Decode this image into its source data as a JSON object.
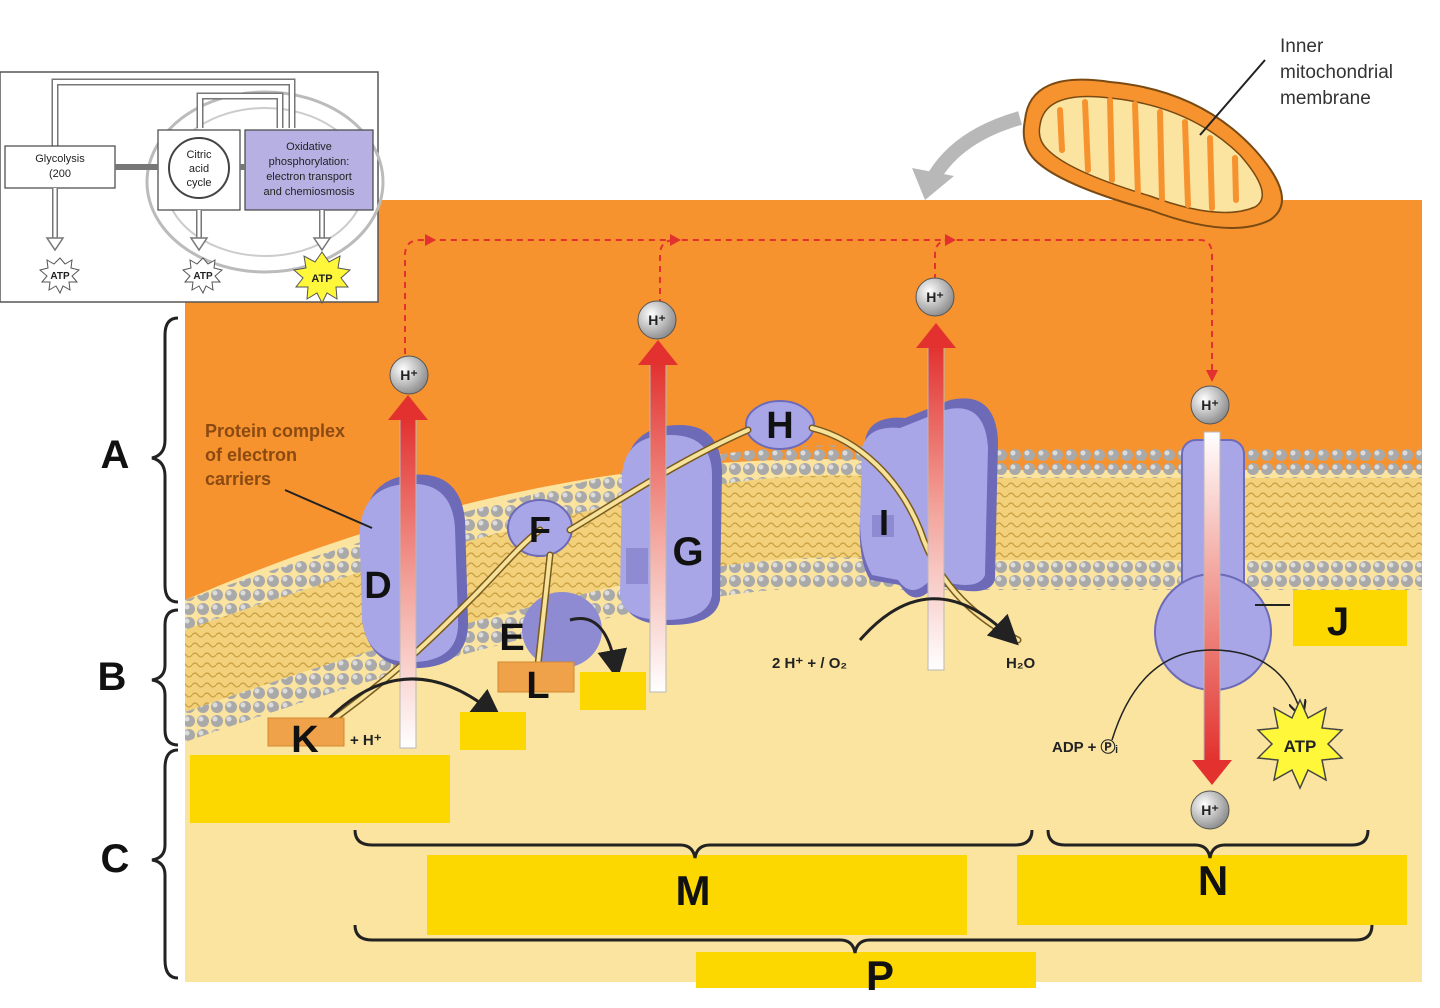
{
  "overview": {
    "glycolysis": [
      "Glycolysis",
      "(200"
    ],
    "citric_acid": [
      "Citric",
      "acid",
      "cycle"
    ],
    "oxphos": [
      "Oxidative",
      "phosphorylation:",
      "electron transport",
      "and chemiosmosis"
    ],
    "atp_labels": [
      "ATP",
      "ATP",
      "ATP"
    ]
  },
  "mito_label": [
    "Inner",
    "mitochondrial",
    "membrane"
  ],
  "protein_complex_label": [
    "Protein complex",
    "of electron",
    "carriers"
  ],
  "region_labels": {
    "a": "A",
    "b": "B",
    "c": "C"
  },
  "letters": {
    "d": "D",
    "e": "E",
    "f": "F",
    "g": "G",
    "h": "H",
    "i": "I",
    "j": "J",
    "k": "K",
    "l": "L",
    "m": "M",
    "n": "N",
    "p": "P"
  },
  "proton": "H⁺",
  "chemistry": {
    "plus_h": "+ H⁺",
    "oxygen": "2 H⁺ + / O₂",
    "water": "H₂O",
    "adp": "ADP + Ⓟᵢ",
    "atp": "ATP"
  },
  "colors": {
    "intermembrane": "#f7932f",
    "matrix": "#fbe4a0",
    "protein": "#a8a6e6",
    "protein_dark": "#6d6ab8",
    "blank_box": "#fcd800",
    "arrow_red": "#e2312e",
    "electron_path": "#f7e29a"
  }
}
